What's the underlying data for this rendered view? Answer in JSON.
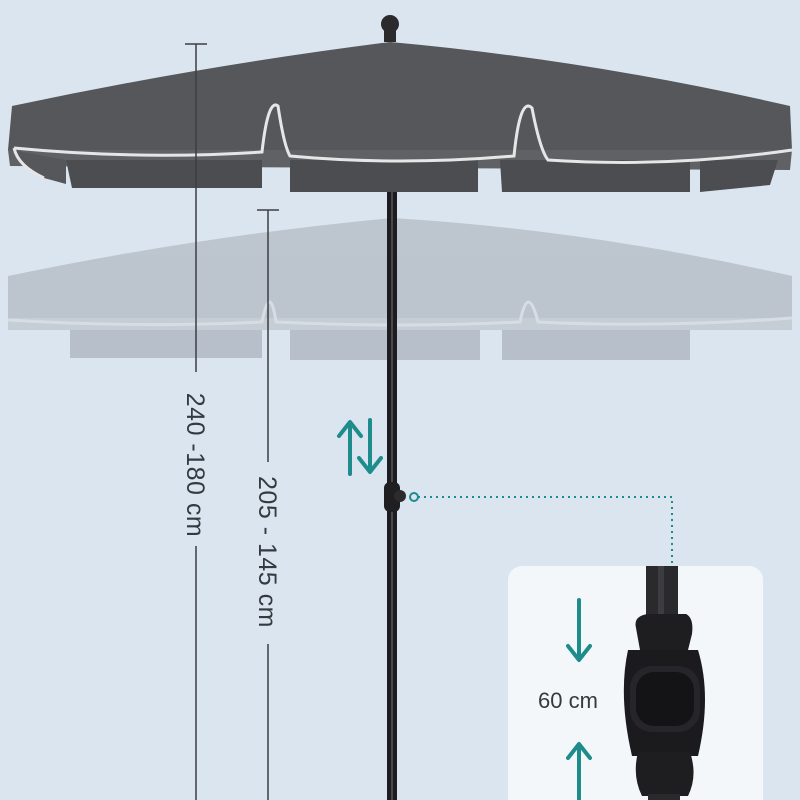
{
  "dimensions": {
    "tall_range": "240 -180 cm",
    "short_range": "205 - 145 cm",
    "tilt_height": "60 cm"
  },
  "colors": {
    "background": "#dbe5ef",
    "canopy": "#5a5c5f",
    "canopy_ghost": "#b9c2cb",
    "piping": "#e6e6e6",
    "pole": "#1d1d1f",
    "arrow_accent": "#1e8c8c",
    "card": "#f4f7fa"
  },
  "icons": {
    "height_adjust": "up-down-arrows-icon",
    "tilt_pointer": "dotted-leader-icon"
  }
}
